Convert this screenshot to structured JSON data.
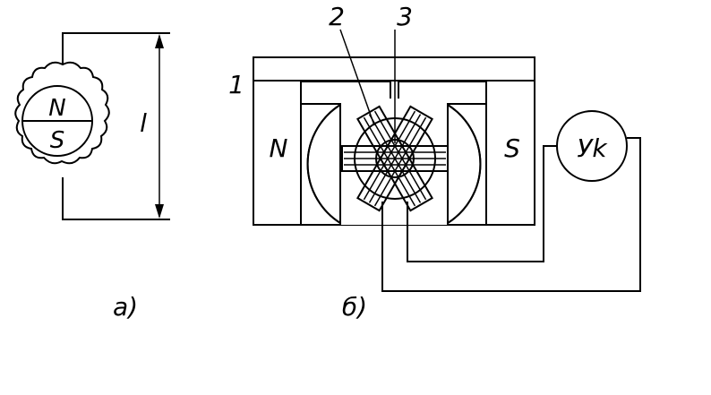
{
  "figure_a": {
    "label": "а)",
    "pole_north": "N",
    "pole_south": "S",
    "dimension_label": "l"
  },
  "figure_b": {
    "label": "б)",
    "callout_1": "1",
    "callout_2": "2",
    "callout_3": "3",
    "pole_north": "N",
    "pole_south": "S",
    "instrument_label": "Уk"
  }
}
